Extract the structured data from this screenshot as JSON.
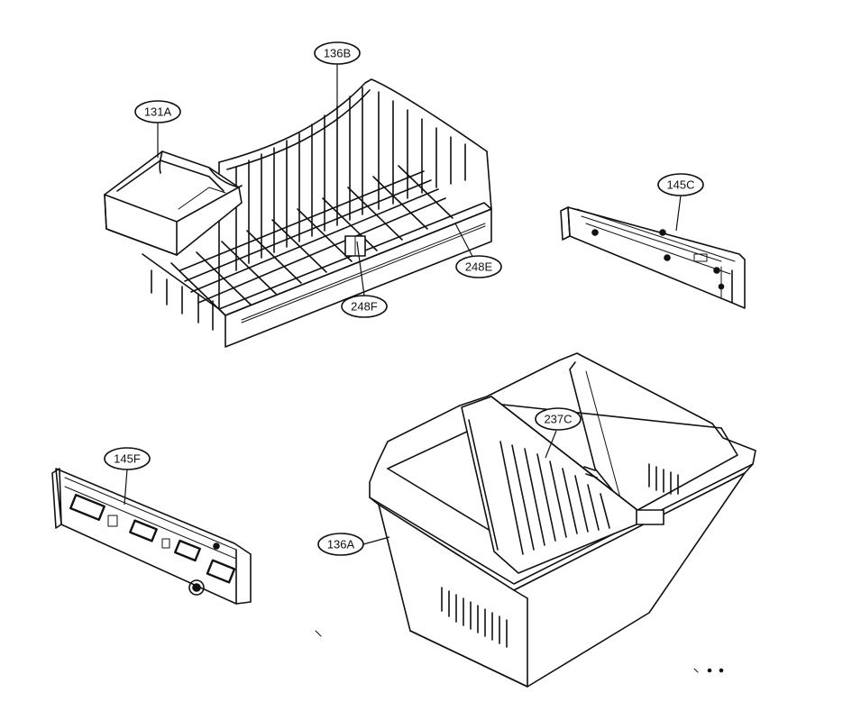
{
  "diagram": {
    "callouts": {
      "c136B": "136B",
      "c131A": "131A",
      "c248E": "248E",
      "c248F": "248F",
      "c145C": "145C",
      "c237C": "237C",
      "c145F": "145F",
      "c136A": "136A"
    }
  }
}
